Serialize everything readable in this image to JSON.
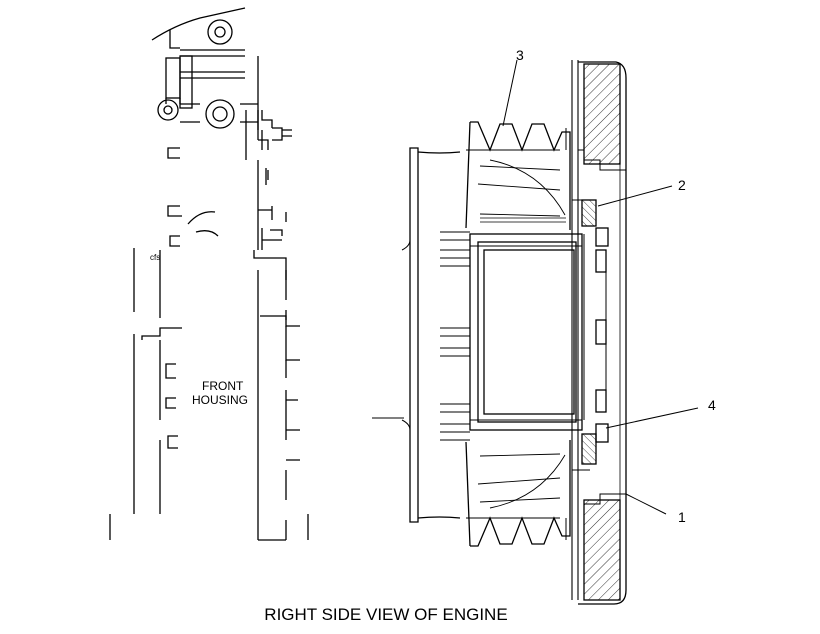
{
  "diagram": {
    "caption": "RIGHT SIDE VIEW OF ENGINE",
    "housing_label_line1": "FRONT",
    "housing_label_line2": "HOUSING",
    "small_mark": "cfs",
    "callouts": [
      {
        "id": "1",
        "text": "1"
      },
      {
        "id": "2",
        "text": "2"
      },
      {
        "id": "3",
        "text": "3"
      },
      {
        "id": "4",
        "text": "4"
      }
    ]
  }
}
